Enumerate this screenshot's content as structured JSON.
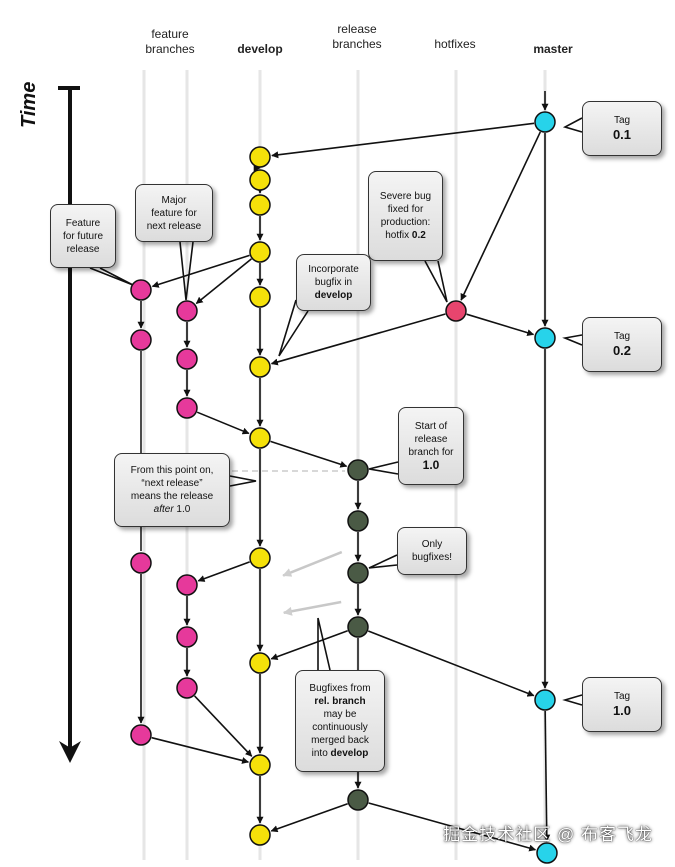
{
  "columns": {
    "feature": "feature\nbranches",
    "develop": "develop",
    "release": "release\nbranches",
    "hotfixes": "hotfixes",
    "master": "master"
  },
  "axis": {
    "time": "Time"
  },
  "callouts": {
    "tag01": {
      "l1": "Tag",
      "l2": "0.1"
    },
    "tag02": {
      "l1": "Tag",
      "l2": "0.2"
    },
    "tag10": {
      "l1": "Tag",
      "l2": "1.0"
    },
    "feature_future": {
      "l1": "Feature",
      "l2": "for future",
      "l3": "release"
    },
    "major_feature": {
      "l1": "Major",
      "l2": "feature for",
      "l3": "next release"
    },
    "severe_bug": {
      "l1": "Severe bug",
      "l2": "fixed for",
      "l3": "production:",
      "l4a": "hotfix ",
      "l4b": "0.2"
    },
    "incorporate": {
      "l1": "Incorporate",
      "l2": "bugfix in",
      "l3": "develop"
    },
    "start_release": {
      "l1": "Start of",
      "l2": "release",
      "l3": "branch for",
      "l4": "1.0"
    },
    "from_this_point": {
      "l1": "From this point on,",
      "l2": "“next release”",
      "l3": "means the release",
      "l4a": "after",
      "l4b": " 1.0"
    },
    "only_bugfixes": {
      "l1": "Only",
      "l2": "bugfixes!"
    },
    "bugfixes_from": {
      "l1": "Bugfixes from",
      "l2": "rel. branch",
      "l3": "may be",
      "l4": "continuously",
      "l5": "merged back",
      "l6": "into ",
      "l7": "develop"
    }
  },
  "watermark": "掘金技术社区 @ 布客飞龙",
  "colors": {
    "feature": "#e6399b",
    "develop": "#f5e10a",
    "release": "#4a5a45",
    "hotfix": "#e8456e",
    "master": "#27d3ea",
    "lane": "#e6e6e6",
    "arrow": "#111111",
    "backmerge": "#c8c8c8"
  }
}
